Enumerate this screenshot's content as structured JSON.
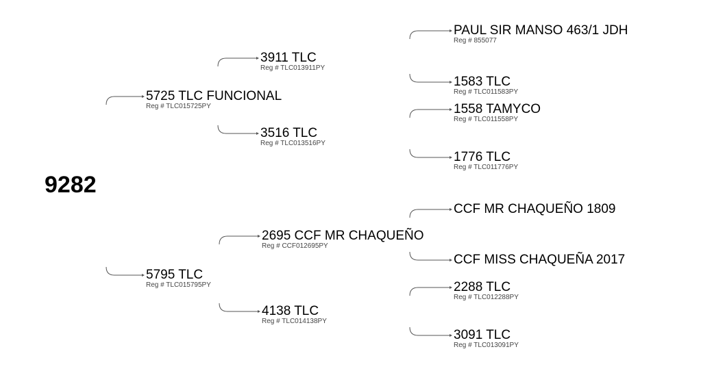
{
  "pedigree": {
    "root": "9282",
    "sire": {
      "name": "5725 TLC FUNCIONAL",
      "reg": "Reg # TLC015725PY",
      "sire": {
        "name": "3911 TLC",
        "reg": "Reg # TLC013911PY",
        "sire": {
          "name": "PAUL SIR MANSO 463/1  JDH",
          "reg": "Reg # 855077"
        },
        "dam": {
          "name": "1583 TLC",
          "reg": "Reg # TLC011583PY"
        }
      },
      "dam": {
        "name": "3516 TLC",
        "reg": "Reg # TLC013516PY",
        "sire": {
          "name": "1558 TAMYCO",
          "reg": "Reg # TLC011558PY"
        },
        "dam": {
          "name": "1776 TLC",
          "reg": "Reg # TLC011776PY"
        }
      }
    },
    "dam": {
      "name": "5795 TLC",
      "reg": "Reg # TLC015795PY",
      "sire": {
        "name": "2695 CCF MR CHAQUEÑO",
        "reg": "Reg # CCF012695PY",
        "sire": {
          "name": "CCF MR CHAQUEÑO 1809",
          "reg": ""
        },
        "dam": {
          "name": "CCF MISS CHAQUEÑA 2017",
          "reg": ""
        }
      },
      "dam": {
        "name": "4138 TLC",
        "reg": "Reg # TLC014138PY",
        "sire": {
          "name": "2288 TLC",
          "reg": "Reg # TLC012288PY"
        },
        "dam": {
          "name": "3091 TLC",
          "reg": "Reg # TLC013091PY"
        }
      }
    }
  }
}
